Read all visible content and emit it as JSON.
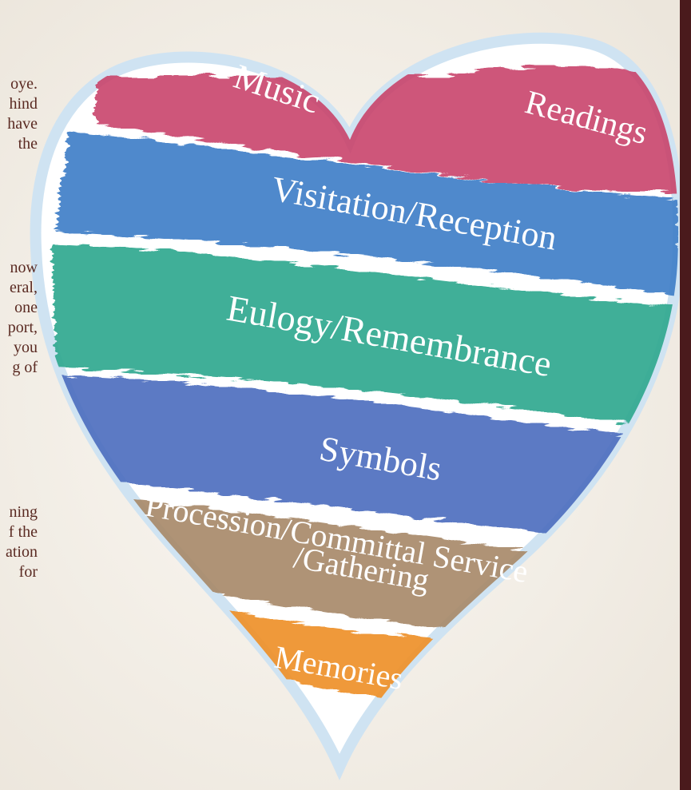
{
  "side_text": {
    "para1": [
      "oye.",
      "hind",
      "have",
      "the"
    ],
    "para2": [
      "now",
      "eral,",
      "one",
      "port,",
      "you",
      "g of"
    ],
    "para3": [
      "ning",
      "f the",
      "ation",
      "for"
    ]
  },
  "heart": {
    "labels": {
      "music": "Music",
      "readings": "Readings",
      "visitation": "Visitation/Reception",
      "eulogy": "Eulogy/Remembrance",
      "symbols": "Symbols",
      "procession_line1": "Procession/Committal Service",
      "procession_line2": "/Gathering",
      "memories": "Memories"
    },
    "colors": {
      "music_readings": "#c9446b",
      "visitation": "#3f7fc8",
      "eulogy": "#2fa88f",
      "symbols": "#4f6fbf",
      "procession": "#a88a6a",
      "memories": "#ee9330",
      "outline": "#cfe3f2",
      "right_bar": "#4a1a1c"
    }
  }
}
